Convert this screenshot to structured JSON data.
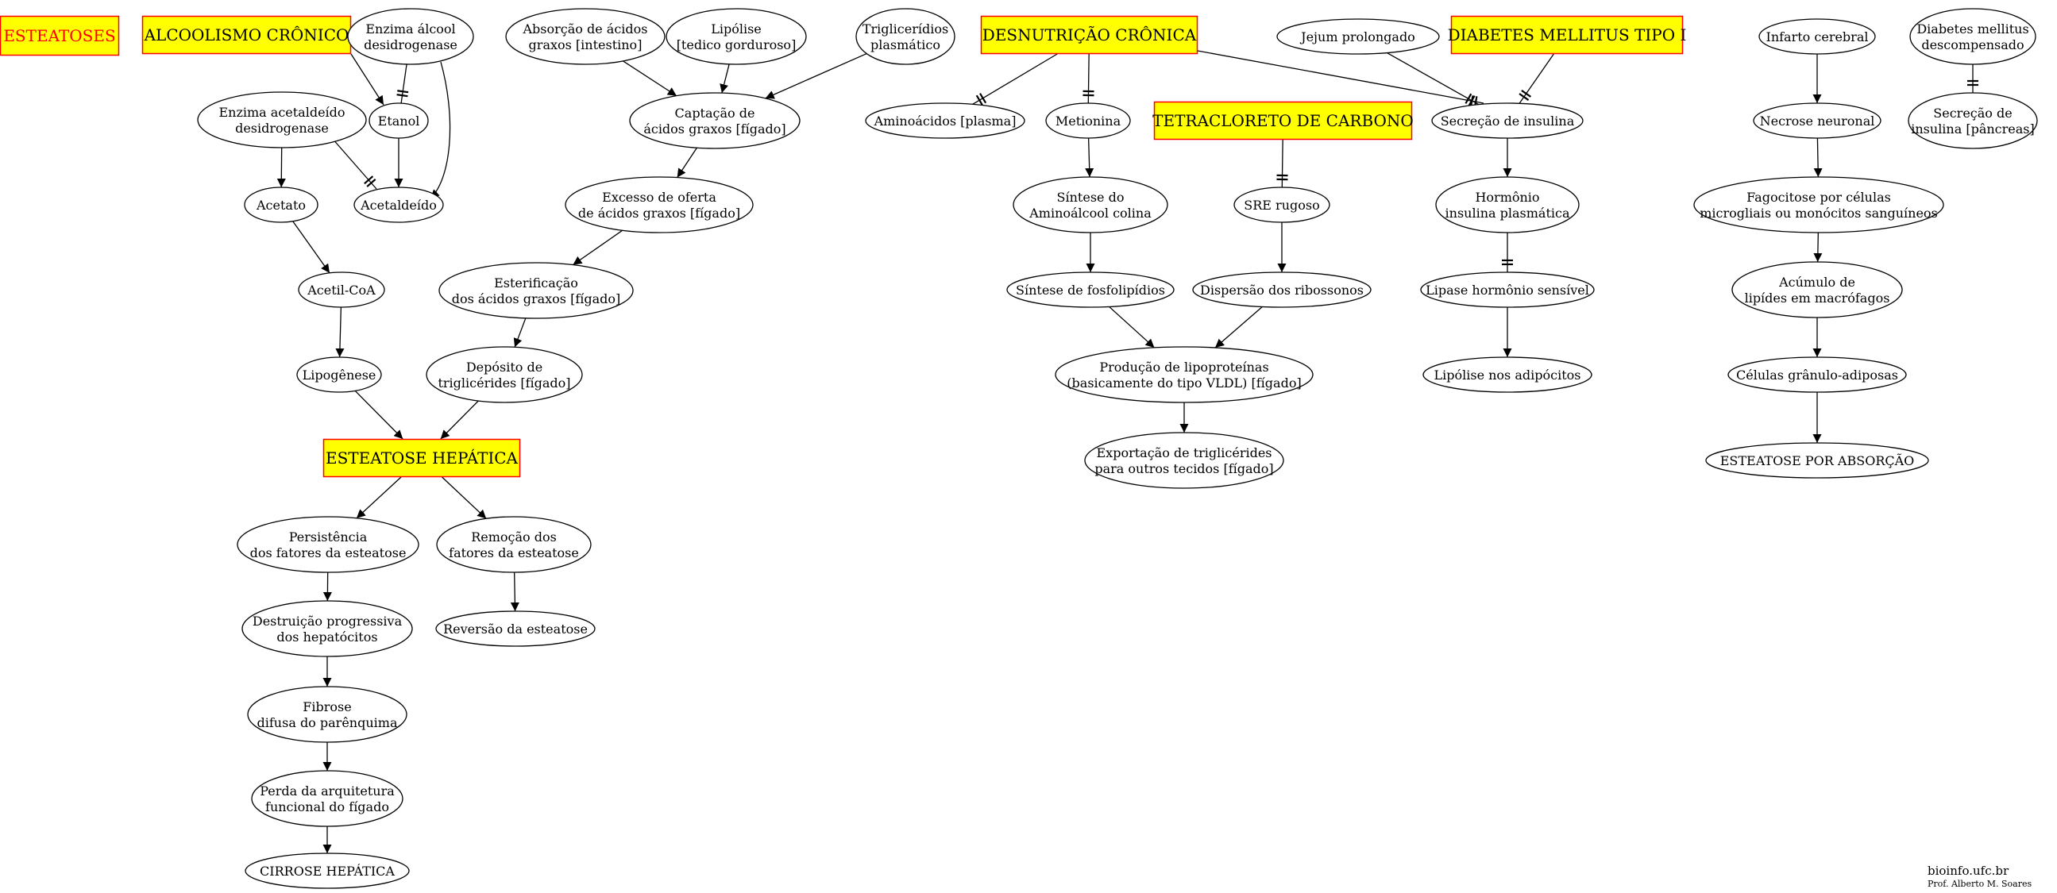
{
  "diagram": {
    "title": "ESTEATOSES",
    "footer": {
      "site": "bioinfo.ufc.br",
      "author": "Prof. Alberto M. Soares"
    },
    "colors": {
      "highlight_fill": "#ffff00",
      "highlight_stroke": "#ff0000",
      "title_text": "#ff0000",
      "line": "#000000"
    },
    "nodes": [
      {
        "id": "title",
        "shape": "box",
        "text": "ESTEATOSES"
      },
      {
        "id": "alcool",
        "shape": "box",
        "text": "ALCOOLISMO CRÔNICO"
      },
      {
        "id": "enzima_alcool",
        "shape": "ellipse",
        "lines": [
          "Enzima álcool",
          "desidrogenase"
        ]
      },
      {
        "id": "enzima_acet",
        "shape": "ellipse",
        "lines": [
          "Enzima acetaldeído",
          "desidrogenase"
        ]
      },
      {
        "id": "etanol",
        "shape": "ellipse",
        "lines": [
          "Etanol"
        ]
      },
      {
        "id": "acetato",
        "shape": "ellipse",
        "lines": [
          "Acetato"
        ]
      },
      {
        "id": "acetaldeido",
        "shape": "ellipse",
        "lines": [
          "Acetaldeído"
        ]
      },
      {
        "id": "acetilcoa",
        "shape": "ellipse",
        "lines": [
          "Acetil-CoA"
        ]
      },
      {
        "id": "lipogenese",
        "shape": "ellipse",
        "lines": [
          "Lipogênese"
        ]
      },
      {
        "id": "absorcao",
        "shape": "ellipse",
        "lines": [
          "Absorção de ácidos",
          "graxos [intestino]"
        ]
      },
      {
        "id": "lipolise_top",
        "shape": "ellipse",
        "lines": [
          "Lipólise",
          "[tedico gorduroso]"
        ]
      },
      {
        "id": "triglic_plasm",
        "shape": "ellipse",
        "lines": [
          "Triglicerídios",
          "plasmático"
        ]
      },
      {
        "id": "captacao",
        "shape": "ellipse",
        "lines": [
          "Captação de",
          "ácidos graxos [fígado]"
        ]
      },
      {
        "id": "excesso",
        "shape": "ellipse",
        "lines": [
          "Excesso de oferta",
          "de ácidos graxos [fígado]"
        ]
      },
      {
        "id": "esterif",
        "shape": "ellipse",
        "lines": [
          "Esterificação",
          "dos ácidos graxos [fígado]"
        ]
      },
      {
        "id": "deposito",
        "shape": "ellipse",
        "lines": [
          "Depósito de",
          "triglicérides [fígado]"
        ]
      },
      {
        "id": "esteatose_hep",
        "shape": "box",
        "text": "ESTEATOSE HEPÁTICA"
      },
      {
        "id": "persist",
        "shape": "ellipse",
        "lines": [
          "Persistência",
          "dos fatores da esteatose"
        ]
      },
      {
        "id": "remocao",
        "shape": "ellipse",
        "lines": [
          "Remoção dos",
          "fatores da esteatose"
        ]
      },
      {
        "id": "destruicao",
        "shape": "ellipse",
        "lines": [
          "Destruição progressiva",
          "dos hepatócitos"
        ]
      },
      {
        "id": "reversao",
        "shape": "ellipse",
        "lines": [
          "Reversão da esteatose"
        ]
      },
      {
        "id": "fibrose",
        "shape": "ellipse",
        "lines": [
          "Fibrose",
          "difusa do parênquima"
        ]
      },
      {
        "id": "perda",
        "shape": "ellipse",
        "lines": [
          "Perda da arquitetura",
          "funcional do fígado"
        ]
      },
      {
        "id": "cirrose",
        "shape": "ellipse",
        "lines": [
          "CIRROSE HEPÁTICA"
        ]
      },
      {
        "id": "desnutricao",
        "shape": "box",
        "text": "DESNUTRIÇÃO CRÔNICA"
      },
      {
        "id": "aminoacidos",
        "shape": "ellipse",
        "lines": [
          "Aminoácidos [plasma]"
        ]
      },
      {
        "id": "metionina",
        "shape": "ellipse",
        "lines": [
          "Metionina"
        ]
      },
      {
        "id": "tetracloreto",
        "shape": "box",
        "text": "TETRACLORETO DE CARBONO"
      },
      {
        "id": "sintese_colina",
        "shape": "ellipse",
        "lines": [
          "Síntese do",
          "Aminoálcool colina"
        ]
      },
      {
        "id": "sre",
        "shape": "ellipse",
        "lines": [
          "SRE rugoso"
        ]
      },
      {
        "id": "sintese_fosfo",
        "shape": "ellipse",
        "lines": [
          "Síntese de fosfolipídios"
        ]
      },
      {
        "id": "dispersao",
        "shape": "ellipse",
        "lines": [
          "Dispersão dos ribossonos"
        ]
      },
      {
        "id": "producao",
        "shape": "ellipse",
        "lines": [
          "Produção de lipoproteínas",
          "(basicamente do tipo VLDL) [fígado]"
        ]
      },
      {
        "id": "exportacao",
        "shape": "ellipse",
        "lines": [
          "Exportação de triglicérides",
          "para outros tecidos [fígado]"
        ]
      },
      {
        "id": "jejum",
        "shape": "ellipse",
        "lines": [
          "Jejum prolongado"
        ]
      },
      {
        "id": "diabetes1",
        "shape": "box",
        "text": "DIABETES MELLITUS TIPO I"
      },
      {
        "id": "secrecao",
        "shape": "ellipse",
        "lines": [
          "Secreção de insulina"
        ]
      },
      {
        "id": "hormonio",
        "shape": "ellipse",
        "lines": [
          "Hormônio",
          "insulina plasmática"
        ]
      },
      {
        "id": "lipase",
        "shape": "ellipse",
        "lines": [
          "Lipase hormônio sensível"
        ]
      },
      {
        "id": "lipolise_adip",
        "shape": "ellipse",
        "lines": [
          "Lipólise nos adipócitos"
        ]
      },
      {
        "id": "infarto",
        "shape": "ellipse",
        "lines": [
          "Infarto cerebral"
        ]
      },
      {
        "id": "diab_desc",
        "shape": "ellipse",
        "lines": [
          "Diabetes mellitus",
          "descompensado"
        ]
      },
      {
        "id": "necrose",
        "shape": "ellipse",
        "lines": [
          "Necrose neuronal"
        ]
      },
      {
        "id": "secrecao_panc",
        "shape": "ellipse",
        "lines": [
          "Secreção de",
          "insulina [pâncreas]"
        ]
      },
      {
        "id": "fagocitose",
        "shape": "ellipse",
        "lines": [
          "Fagocitose por células",
          "microgliais ou monócitos sanguíneos"
        ]
      },
      {
        "id": "acumulo",
        "shape": "ellipse",
        "lines": [
          "Acúmulo de",
          "lipídes em macrófagos"
        ]
      },
      {
        "id": "celulas",
        "shape": "ellipse",
        "lines": [
          "Células grânulo-adiposas"
        ]
      },
      {
        "id": "esteatose_abs",
        "shape": "ellipse",
        "lines": [
          "ESTEATOSE POR ABSORÇÃO"
        ]
      }
    ],
    "edges": [
      {
        "from": "enzima_alcool",
        "to": "etanol",
        "type": "inhibit"
      },
      {
        "from": "enzima_alcool",
        "to": "acetaldeido",
        "type": "arrow"
      },
      {
        "from": "alcool",
        "to": "etanol",
        "type": "arrow"
      },
      {
        "from": "etanol",
        "to": "acetaldeido",
        "type": "arrow"
      },
      {
        "from": "enzima_acet",
        "to": "acetato",
        "type": "arrow"
      },
      {
        "from": "enzima_acet",
        "to": "acetaldeido",
        "type": "inhibit"
      },
      {
        "from": "acetato",
        "to": "acetilcoa",
        "type": "arrow"
      },
      {
        "from": "acetilcoa",
        "to": "lipogenese",
        "type": "arrow"
      },
      {
        "from": "lipogenese",
        "to": "esteatose_hep",
        "type": "arrow"
      },
      {
        "from": "absorcao",
        "to": "captacao",
        "type": "arrow"
      },
      {
        "from": "lipolise_top",
        "to": "captacao",
        "type": "arrow"
      },
      {
        "from": "triglic_plasm",
        "to": "captacao",
        "type": "arrow"
      },
      {
        "from": "captacao",
        "to": "excesso",
        "type": "arrow"
      },
      {
        "from": "excesso",
        "to": "esterif",
        "type": "arrow"
      },
      {
        "from": "esterif",
        "to": "deposito",
        "type": "arrow"
      },
      {
        "from": "deposito",
        "to": "esteatose_hep",
        "type": "arrow"
      },
      {
        "from": "esteatose_hep",
        "to": "persist",
        "type": "arrow"
      },
      {
        "from": "esteatose_hep",
        "to": "remocao",
        "type": "arrow"
      },
      {
        "from": "persist",
        "to": "destruicao",
        "type": "arrow"
      },
      {
        "from": "remocao",
        "to": "reversao",
        "type": "arrow"
      },
      {
        "from": "destruicao",
        "to": "fibrose",
        "type": "arrow"
      },
      {
        "from": "fibrose",
        "to": "perda",
        "type": "arrow"
      },
      {
        "from": "perda",
        "to": "cirrose",
        "type": "arrow"
      },
      {
        "from": "desnutricao",
        "to": "aminoacidos",
        "type": "inhibit"
      },
      {
        "from": "desnutricao",
        "to": "metionina",
        "type": "inhibit"
      },
      {
        "from": "desnutricao",
        "to": "secrecao",
        "type": "inhibit"
      },
      {
        "from": "metionina",
        "to": "sintese_colina",
        "type": "arrow"
      },
      {
        "from": "sintese_colina",
        "to": "sintese_fosfo",
        "type": "arrow"
      },
      {
        "from": "sintese_fosfo",
        "to": "producao",
        "type": "arrow"
      },
      {
        "from": "tetracloreto",
        "to": "sre",
        "type": "inhibit"
      },
      {
        "from": "sre",
        "to": "dispersao",
        "type": "arrow"
      },
      {
        "from": "dispersao",
        "to": "producao",
        "type": "arrow"
      },
      {
        "from": "producao",
        "to": "exportacao",
        "type": "arrow"
      },
      {
        "from": "jejum",
        "to": "secrecao",
        "type": "inhibit"
      },
      {
        "from": "diabetes1",
        "to": "secrecao",
        "type": "inhibit"
      },
      {
        "from": "secrecao",
        "to": "hormonio",
        "type": "arrow"
      },
      {
        "from": "hormonio",
        "to": "lipase",
        "type": "inhibit"
      },
      {
        "from": "lipase",
        "to": "lipolise_adip",
        "type": "arrow"
      },
      {
        "from": "infarto",
        "to": "necrose",
        "type": "arrow"
      },
      {
        "from": "diab_desc",
        "to": "secrecao_panc",
        "type": "inhibit"
      },
      {
        "from": "necrose",
        "to": "fagocitose",
        "type": "arrow"
      },
      {
        "from": "fagocitose",
        "to": "acumulo",
        "type": "arrow"
      },
      {
        "from": "acumulo",
        "to": "celulas",
        "type": "arrow"
      },
      {
        "from": "celulas",
        "to": "esteatose_abs",
        "type": "arrow"
      }
    ]
  }
}
